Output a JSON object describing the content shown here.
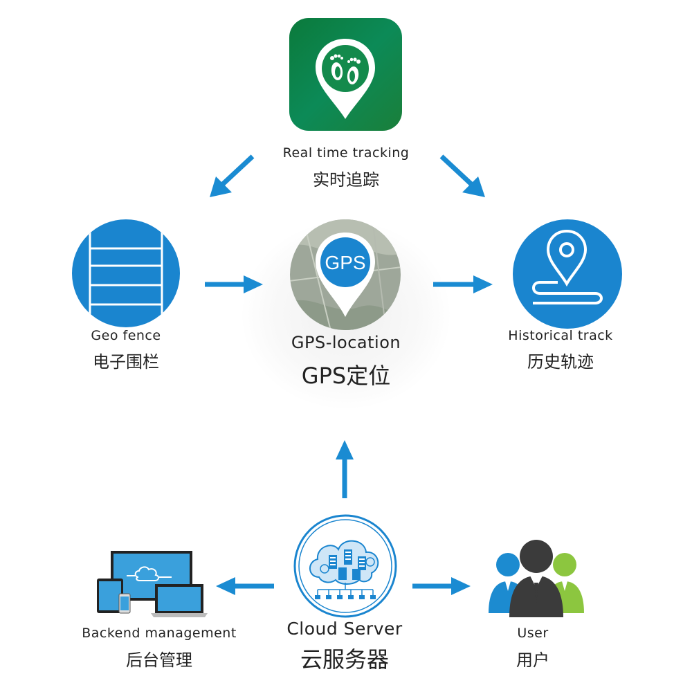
{
  "nodes": {
    "realtime": {
      "en": "Real time tracking",
      "zh": "实时追踪"
    },
    "geofence": {
      "en": "Geo fence",
      "zh": "电子围栏"
    },
    "gps": {
      "badge": "GPS",
      "en": "GPS-location",
      "zh": "GPS定位"
    },
    "historical": {
      "en": "Historical track",
      "zh": "历史轨迹"
    },
    "backend": {
      "en": "Backend management",
      "zh": "后台管理"
    },
    "cloud": {
      "en": "Cloud Server",
      "zh": "云服务器"
    },
    "user": {
      "en": "User",
      "zh": "用户"
    }
  },
  "colors": {
    "arrow": "#1a8bd2",
    "circle_blue": "#1a85cf",
    "app_green_top": "#0a7a3a",
    "app_green_bottom": "#1f8f3f",
    "user_blue": "#1c8bd0",
    "user_dark": "#3b3b3b",
    "user_green": "#8cc63f"
  },
  "icons": {
    "realtime": "footprint-pin-app-icon",
    "geofence": "fence-icon",
    "gps": "gps-map-pin-icon",
    "historical": "location-track-icon",
    "backend": "devices-icon",
    "cloud": "cloud-server-icon",
    "user": "users-group-icon"
  }
}
